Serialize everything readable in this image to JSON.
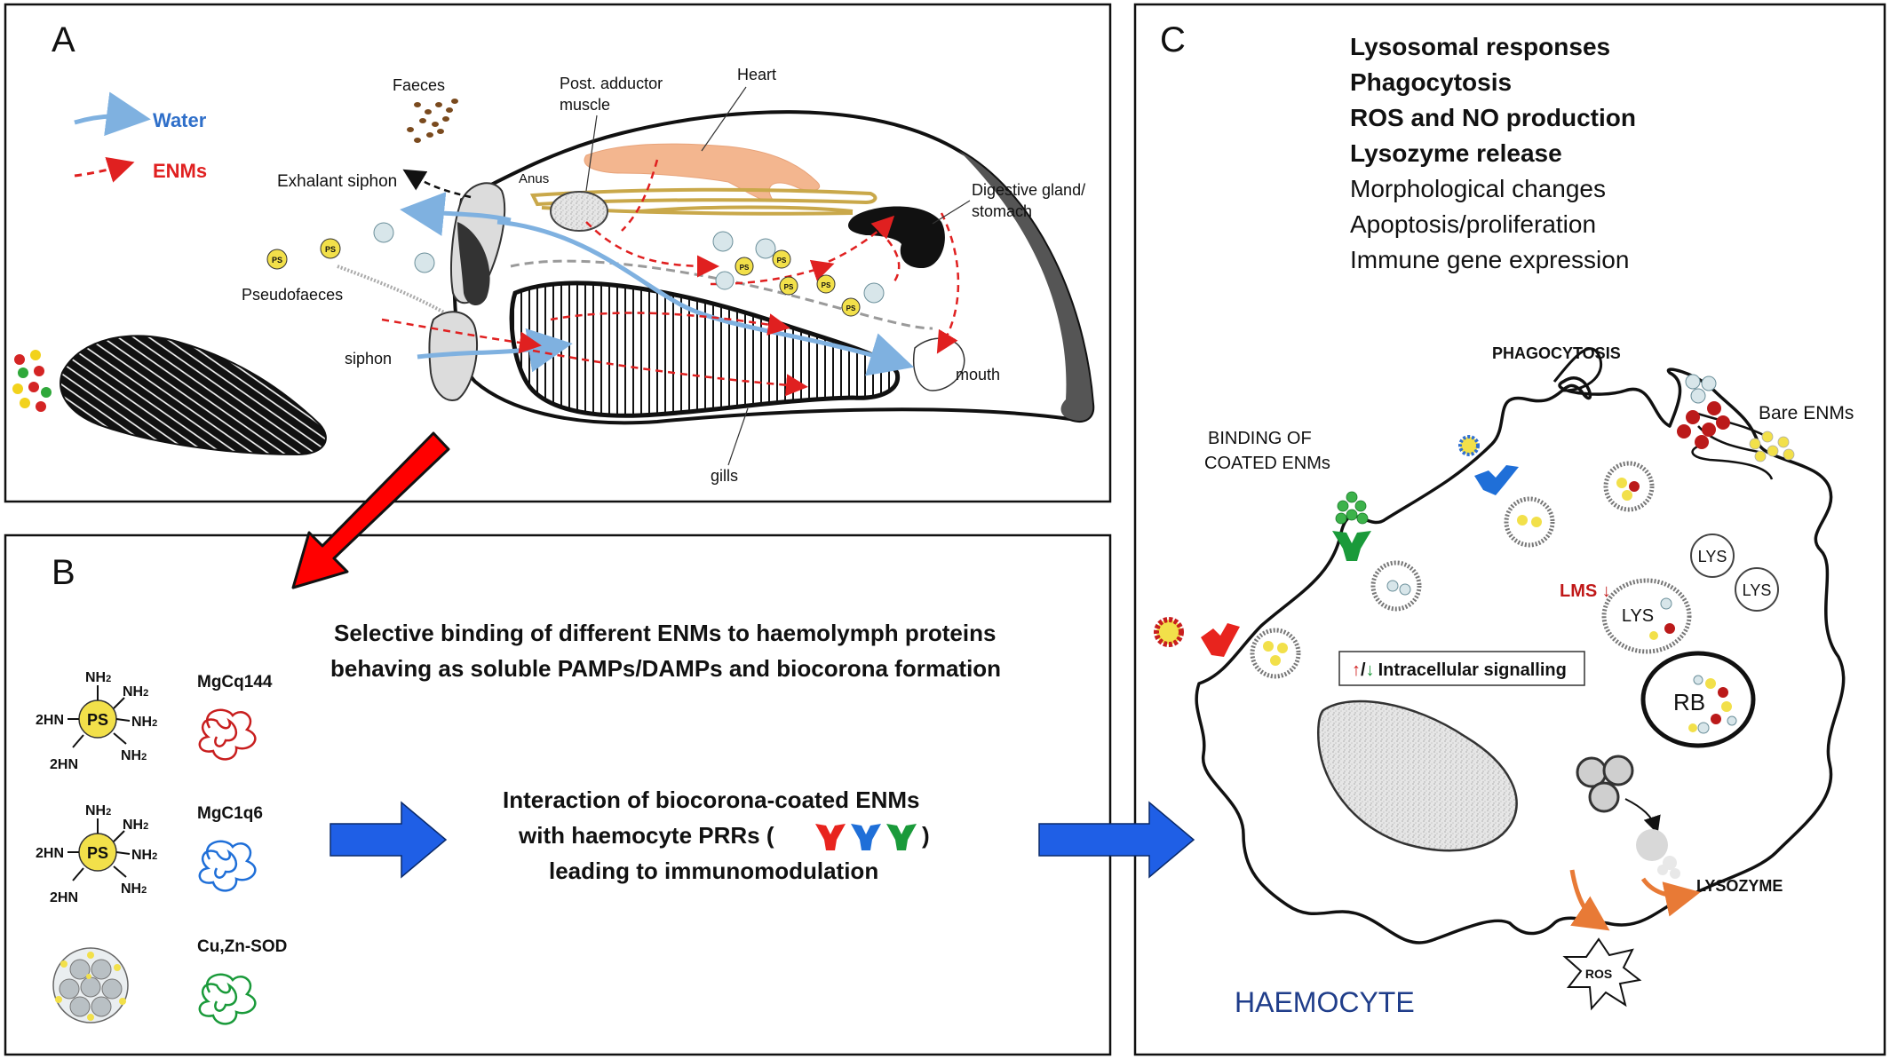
{
  "colors": {
    "water": "#7fb1e0",
    "enms": "#e02020",
    "water_label": "#2f6fc9",
    "enm_label": "#e02020",
    "big_arrow": "#ff0000",
    "blue_arrow": "#1f5fe6",
    "receptor_red": "#e8241e",
    "receptor_blue": "#1f6fd8",
    "receptor_green": "#1a9a3a",
    "haemocyte_label": "#1f3d8a",
    "lms_label": "#c01818",
    "signal_up": "#d01818",
    "signal_down": "#1a9a3a",
    "orange_arrow": "#e87a36"
  },
  "panel_a": {
    "letter": "A",
    "legend": {
      "water": "Water",
      "enms": "ENMs"
    },
    "labels": {
      "faeces": "Faeces",
      "post_adductor_1": "Post. adductor",
      "post_adductor_2": "muscle",
      "heart": "Heart",
      "anus": "Anus",
      "exhalant_siphon": "Exhalant siphon",
      "digestive_1": "Digestive gland/",
      "digestive_2": "stomach",
      "pseudofaeces": "Pseudofaeces",
      "siphon": "siphon",
      "mouth": "mouth",
      "gills": "gills",
      "ps": "PS"
    }
  },
  "panel_b": {
    "letter": "B",
    "title_line1": "Selective binding of different ENMs to haemolymph proteins",
    "title_line2": "behaving as soluble PAMPs/DAMPs and biocorona formation",
    "proteins": [
      "MgCq144",
      "MgC1q6",
      "Cu,Zn-SOD"
    ],
    "ps": "PS",
    "nh2": "NH2",
    "h2n": "2HN",
    "nh": "NH",
    "sub2": "2",
    "interaction_line1": "Interaction of biocorona-coated ENMs",
    "interaction_line2_prefix": "with haemocyte PRRs (",
    "interaction_line2_suffix": ")",
    "interaction_line3": "leading to immunomodulation"
  },
  "panel_c": {
    "letter": "C",
    "responses": [
      "Lysosomal responses",
      "Phagocytosis",
      "ROS and NO production",
      "Lysozyme release",
      "Morphological changes",
      "Apoptosis/proliferation",
      "Immune gene expression"
    ],
    "phagocytosis": "PHAGOCYTOSIS",
    "binding_1": "BINDING OF",
    "binding_2": "COATED ENMs",
    "bare_enms": "Bare ENMs",
    "lms": "LMS ↓",
    "lys": "LYS",
    "signalling_up": "↑",
    "signalling_slash": "/",
    "signalling_down": "↓",
    "signalling_text": "Intracellular signalling",
    "rb": "RB",
    "lysozyme": "LYSOZYME",
    "ros": "ROS",
    "haemocyte": "HAEMOCYTE"
  }
}
